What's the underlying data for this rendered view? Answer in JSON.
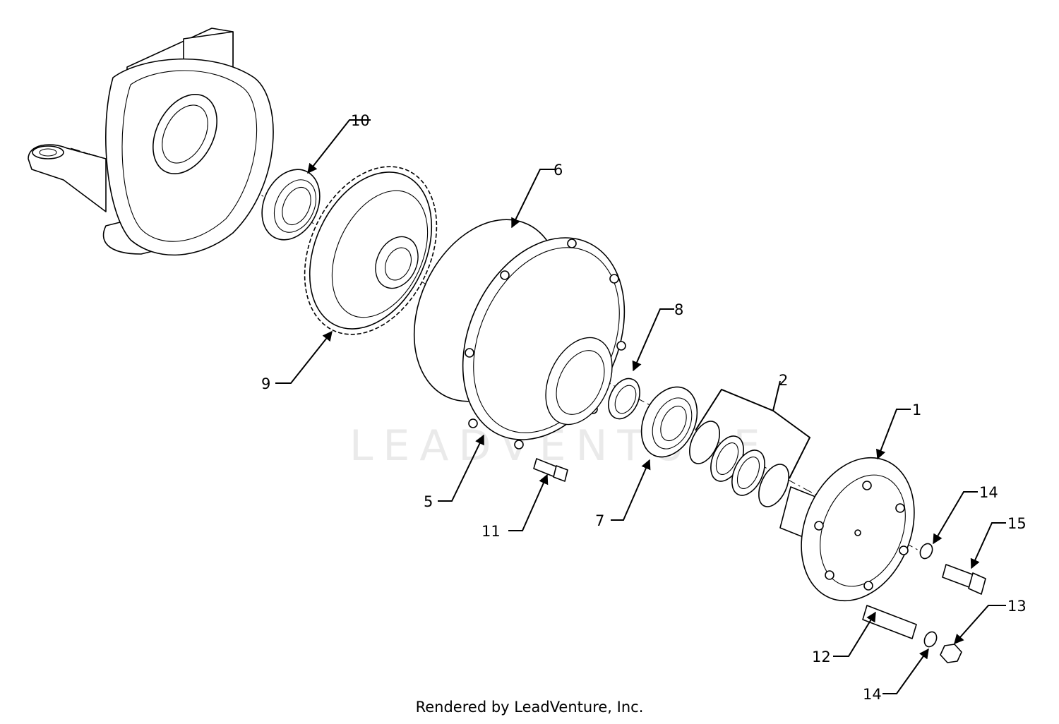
{
  "callouts": {
    "p1": "1",
    "p2": "2",
    "p5": "5",
    "p6": "6",
    "p7": "7",
    "p8": "8",
    "p9": "9",
    "p10": "10",
    "p11": "11",
    "p12": "12",
    "p13": "13",
    "p14a": "14",
    "p14b": "14",
    "p15": "15"
  },
  "watermark": {
    "text": "LEADVENTURE"
  },
  "footer": {
    "text": "Rendered by LeadVenture, Inc."
  },
  "colors": {
    "line": "#000000",
    "background": "#ffffff",
    "watermark": "#d9d9d9"
  }
}
